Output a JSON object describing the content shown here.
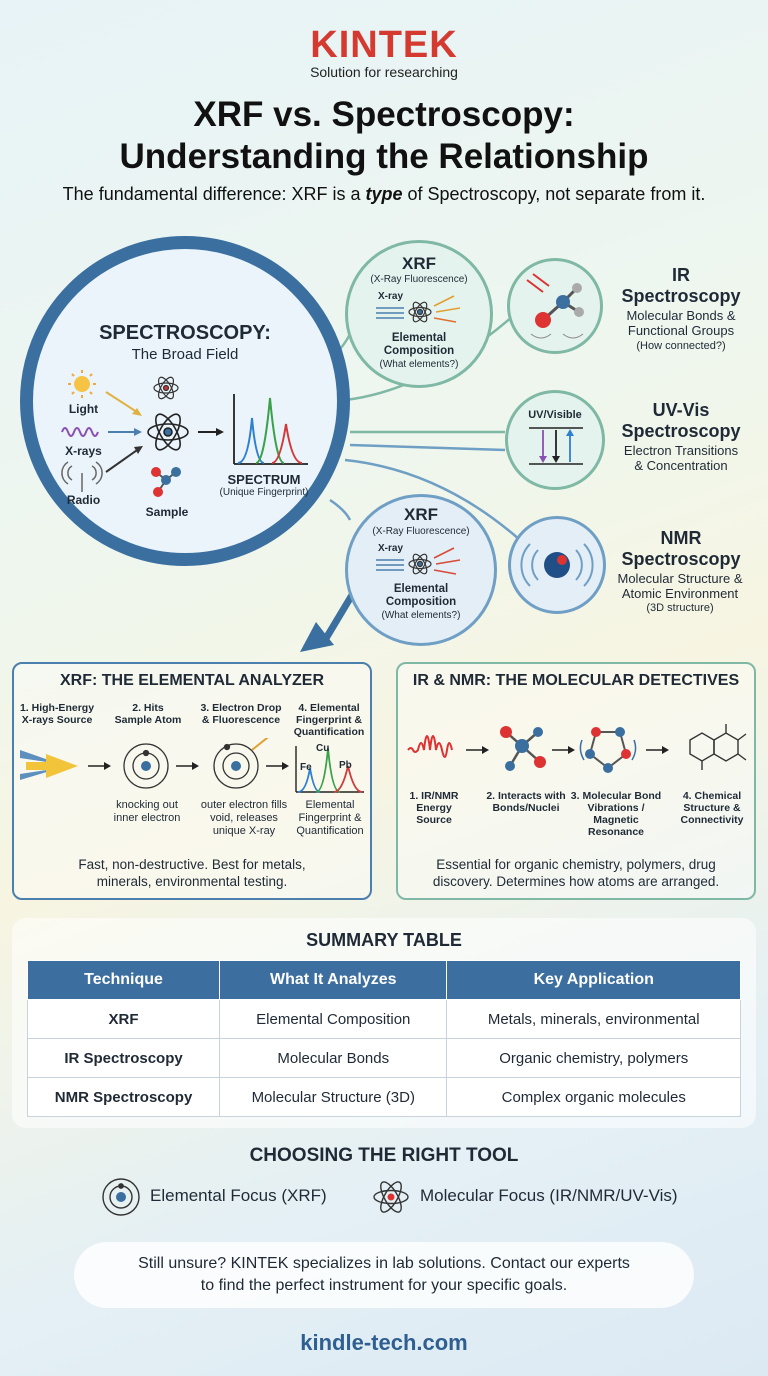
{
  "header": {
    "brand": "KINTEK",
    "tagline": "Solution for researching",
    "title_line1": "XRF vs. Spectroscopy:",
    "title_line2": "Understanding the Relationship",
    "subtitle_pre": "The fundamental difference: XRF is a ",
    "subtitle_em": "type",
    "subtitle_post": " of Spectroscopy, not separate from it."
  },
  "spectroscopy": {
    "title": "SPECTROSCOPY:",
    "subtitle": "The Broad Field",
    "sources": [
      "Light",
      "X-rays",
      "Radio"
    ],
    "sample_label": "Sample",
    "spectrum_label": "SPECTRUM",
    "spectrum_sub": "(Unique Fingerprint)"
  },
  "techniques": {
    "xrf_top": {
      "title": "XRF",
      "sub": "(X-Ray Fluorescence)",
      "xray": "X-ray",
      "desc1": "Elemental",
      "desc2": "Composition",
      "desc3": "(What elements?)"
    },
    "xrf_bottom": {
      "title": "XRF",
      "sub": "(X-Ray Fluorescence)",
      "xray": "X-ray",
      "desc1": "Elemental",
      "desc2": "Composition",
      "desc3": "(What elements?)"
    },
    "ir": {
      "title1": "IR",
      "title2": "Spectroscopy",
      "desc1": "Molecular Bonds &",
      "desc2": "Functional Groups",
      "desc3": "(How connected?)"
    },
    "uvvis": {
      "label": "UV/Visible",
      "title1": "UV-Vis",
      "title2": "Spectroscopy",
      "desc1": "Electron Transitions",
      "desc2": "& Concentration"
    },
    "nmr": {
      "title1": "NMR",
      "title2": "Spectroscopy",
      "desc1": "Molecular Structure &",
      "desc2": "Atomic Environment",
      "desc3": "(3D structure)"
    }
  },
  "xrf_panel": {
    "title": "XRF: THE ELEMENTAL ANALYZER",
    "steps": [
      {
        "l1": "1. High-Energy",
        "l2": "X-rays Source",
        "l3": ""
      },
      {
        "l1": "2. Hits",
        "l2": "Sample Atom",
        "l3": ""
      },
      {
        "l1": "3. Electron Drop",
        "l2": "& Fluorescence",
        "l3": ""
      },
      {
        "l1": "4. Elemental",
        "l2": "Fingerprint &",
        "l3": "Quantification"
      }
    ],
    "captions": [
      {
        "l1": "knocking out",
        "l2": "inner electron",
        "l3": ""
      },
      {
        "l1": "outer electron fills",
        "l2": "void, releases",
        "l3": "unique X-ray"
      },
      {
        "l1": "Elemental",
        "l2": "Fingerprint &",
        "l3": "Quantification"
      }
    ],
    "peaks": [
      "Fe",
      "Cu",
      "Pb"
    ],
    "summary1": "Fast, non-destructive. Best for metals,",
    "summary2": "minerals, environmental testing."
  },
  "mol_panel": {
    "title": "IR & NMR: THE MOLECULAR DETECTIVES",
    "steps": [
      {
        "l1": "1. IR/NMR",
        "l2": "Energy",
        "l3": "Source",
        "l4": ""
      },
      {
        "l1": "2. Interacts with",
        "l2": "Bonds/Nuclei",
        "l3": "",
        "l4": ""
      },
      {
        "l1": "3. Molecular Bond",
        "l2": "Vibrations /",
        "l3": "Magnetic",
        "l4": "Resonance"
      },
      {
        "l1": "4. Chemical",
        "l2": "Structure &",
        "l3": "Connectivity",
        "l4": ""
      }
    ],
    "summary1": "Essential for organic chemistry, polymers, drug",
    "summary2": "discovery. Determines how atoms are arranged."
  },
  "summary_table": {
    "title": "SUMMARY TABLE",
    "headers": [
      "Technique",
      "What It Analyzes",
      "Key Application"
    ],
    "rows": [
      [
        "XRF",
        "Elemental Composition",
        "Metals, minerals, environmental"
      ],
      [
        "IR Spectroscopy",
        "Molecular Bonds",
        "Organic chemistry, polymers"
      ],
      [
        "NMR Spectroscopy",
        "Molecular Structure (3D)",
        "Complex organic molecules"
      ]
    ]
  },
  "choose": {
    "title": "CHOOSING THE RIGHT TOOL",
    "elemental": "Elemental Focus (XRF)",
    "molecular": "Molecular Focus (IR/NMR/UV-Vis)"
  },
  "cta": {
    "line1": "Still unsure? KINTEK specializes in lab solutions. Contact our experts",
    "line2": "to find the perfect instrument for your specific goals."
  },
  "footer": {
    "url": "kindle-tech.com"
  },
  "colors": {
    "brand": "#d43a2f",
    "primary": "#3c6ea0",
    "teal": "#7fb8a4"
  }
}
